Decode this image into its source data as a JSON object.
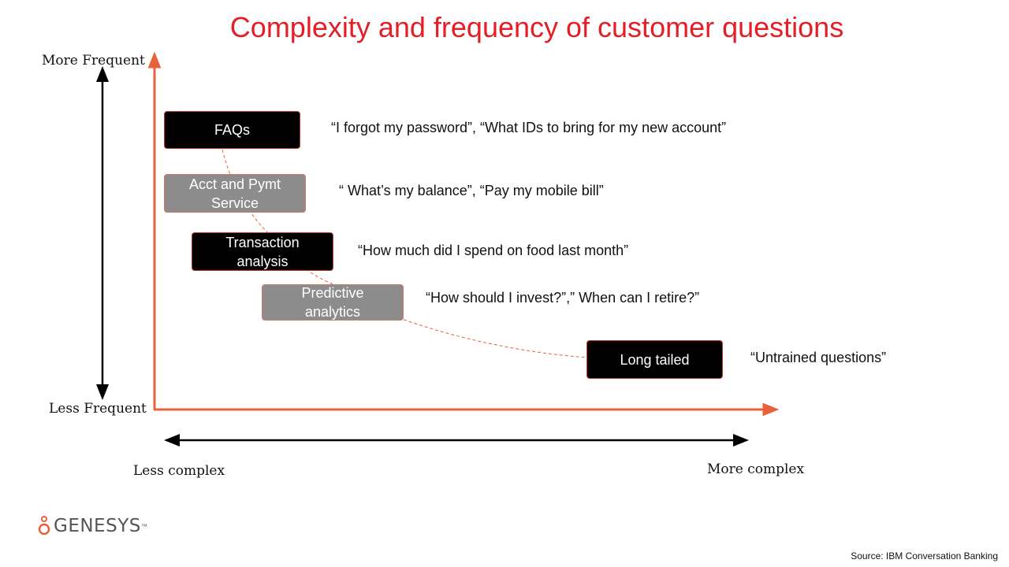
{
  "title": "Complexity and frequency of customer questions",
  "y_axis": {
    "top_label": "More Frequent",
    "bottom_label": "Less Frequent"
  },
  "x_axis": {
    "left_label": "Less complex",
    "right_label": "More complex"
  },
  "categories": [
    {
      "label": "FAQs",
      "example": "“I forgot my password”, “What IDs to bring for my new account”"
    },
    {
      "label": "Acct and Pymt Service",
      "example": "“ What’s my balance”, “Pay my mobile bill”"
    },
    {
      "label": "Transaction analysis",
      "example": "“How much did I spend on food last month”"
    },
    {
      "label": "Predictive analytics",
      "example": "“How should I invest?”,” When can I retire?”"
    },
    {
      "label": "Long tailed",
      "example": "“Untrained questions”"
    }
  ],
  "brand": {
    "name": "GENESYS",
    "trademark": "™"
  },
  "source": "Source:  IBM Conversation  Banking",
  "colors": {
    "title": "#e41e26",
    "axis": "#e8623a",
    "box_dark": "#000000",
    "box_gray": "#8c8c8c",
    "curve": "#e8623a"
  }
}
